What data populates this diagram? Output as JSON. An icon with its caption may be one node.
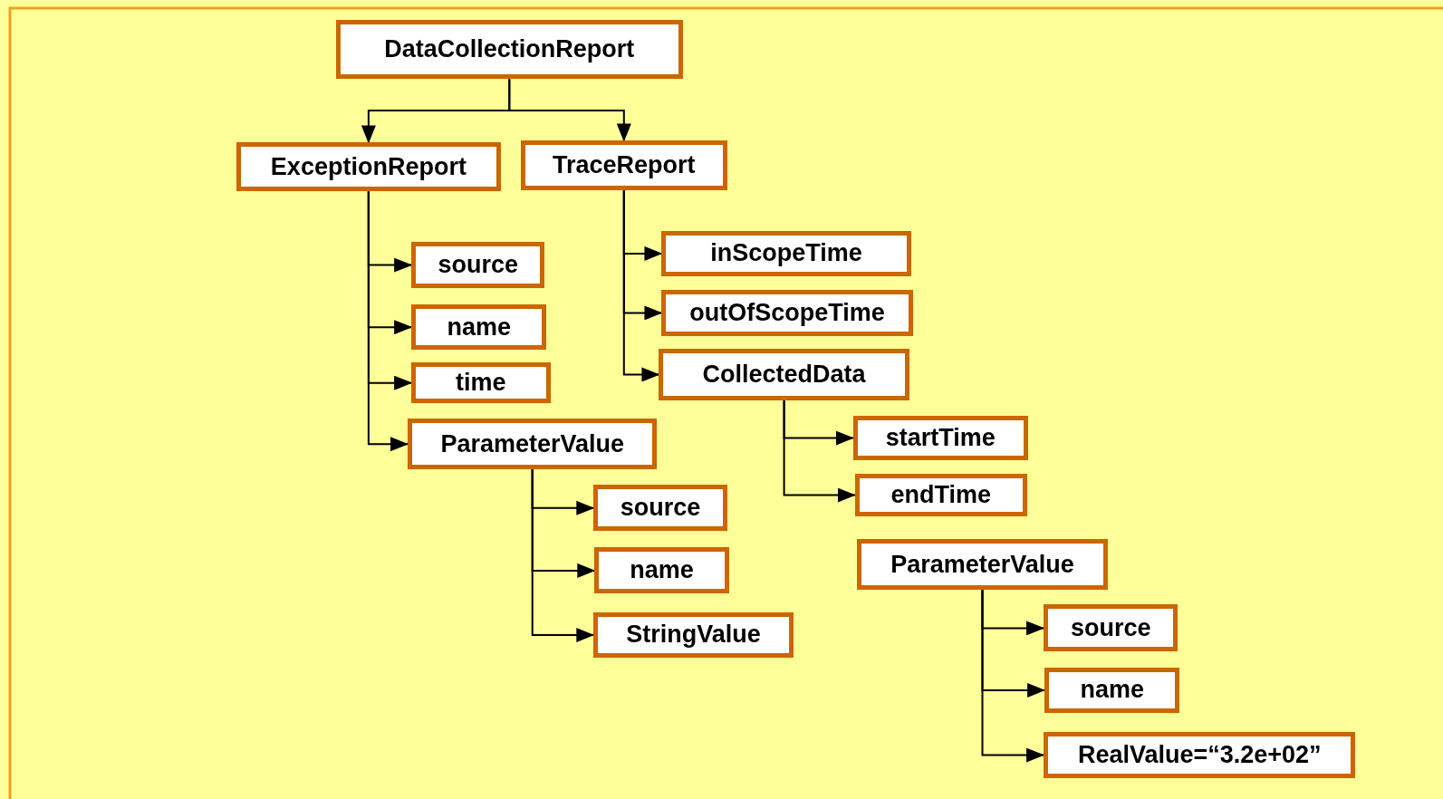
{
  "diagram": {
    "nodes": [
      {
        "text": [
          "DataCollectionReport"
        ]
      },
      {
        "text": [
          "ExceptionReport"
        ]
      },
      {
        "text": [
          "source"
        ]
      },
      {
        "text": [
          "name"
        ]
      },
      {
        "text": [
          "time"
        ]
      },
      {
        "text": [
          "ParameterValue"
        ]
      },
      {
        "text": [
          "source"
        ]
      },
      {
        "text": [
          "name"
        ]
      },
      {
        "text": [
          "StringValue"
        ]
      },
      {
        "text": [
          "TraceReport"
        ]
      },
      {
        "text": [
          "inScopeTime"
        ]
      },
      {
        "text": [
          "outOfScopeTime"
        ]
      },
      {
        "text": [
          "CollectedData"
        ]
      },
      {
        "text": [
          "startTime"
        ]
      },
      {
        "text": [
          "endTime"
        ]
      },
      {
        "text": [
          "ParameterValue"
        ]
      },
      {
        "text": [
          "source"
        ]
      },
      {
        "text": [
          "name"
        ]
      },
      {
        "text": [
          "RealValue=“3.2e+02”"
        ]
      }
    ],
    "edges": [
      {
        "from": 0,
        "to": 1,
        "arrow": "to"
      },
      {
        "from": 0,
        "to": 9,
        "arrow": "to"
      },
      {
        "from": 1,
        "to": 2,
        "arrow": "to"
      },
      {
        "from": 1,
        "to": 3,
        "arrow": "to"
      },
      {
        "from": 1,
        "to": 4,
        "arrow": "to"
      },
      {
        "from": 1,
        "to": 5,
        "arrow": "to"
      },
      {
        "from": 5,
        "to": 6,
        "arrow": "to"
      },
      {
        "from": 5,
        "to": 7,
        "arrow": "to"
      },
      {
        "from": 5,
        "to": 8,
        "arrow": "to"
      },
      {
        "from": 9,
        "to": 10,
        "arrow": "to"
      },
      {
        "from": 9,
        "to": 11,
        "arrow": "to"
      },
      {
        "from": 9,
        "to": 12,
        "arrow": "to"
      },
      {
        "from": 12,
        "to": 13,
        "arrow": "to"
      },
      {
        "from": 12,
        "to": 14,
        "arrow": "to"
      },
      {
        "from": 15,
        "to": 16,
        "arrow": "to"
      },
      {
        "from": 15,
        "to": 17,
        "arrow": "to"
      },
      {
        "from": 15,
        "to": 18,
        "arrow": "to"
      }
    ]
  }
}
